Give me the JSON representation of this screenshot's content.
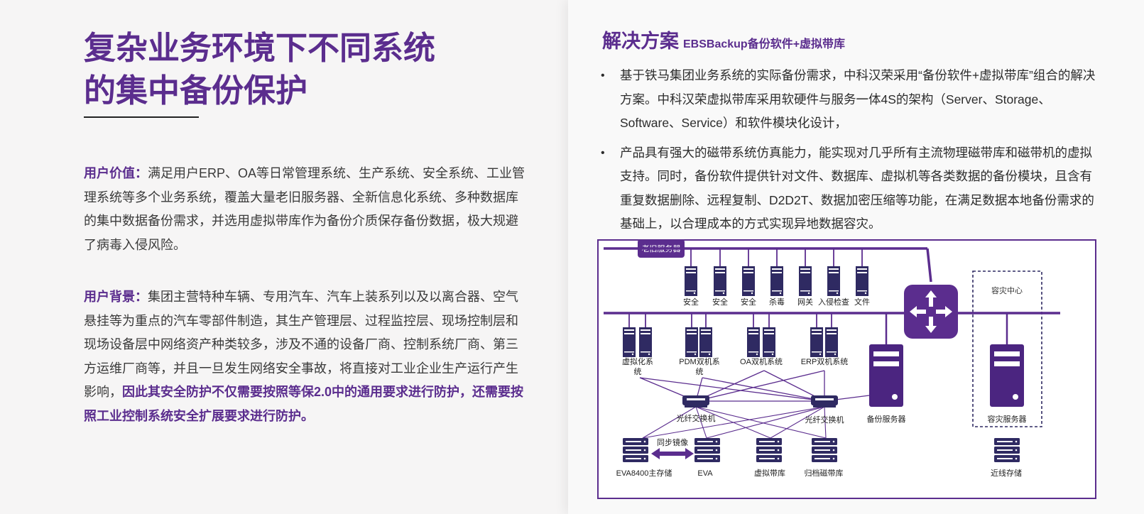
{
  "left": {
    "title_line1": "复杂业务环境下不同系统",
    "title_line2": "的集中备份保护",
    "value_label": "用户价值：",
    "value_text": "满足用户ERP、OA等日常管理系统、生产系统、安全系统、工业管理系统等多个业务系统，覆盖大量老旧服务器、全新信息化系统、多种数据库的集中数据备份需求，并选用虚拟带库作为备份介质保存备份数据，极大规避了病毒入侵风险。",
    "background_label": "用户背景：",
    "background_text": "集团主营特种车辆、专用汽车、汽车上装系列以及以离合器、空气悬挂等为重点的汽车零部件制造，其生产管理层、过程监控层、现场控制层和现场设备层中网络资产种类较多，涉及不通的设备厂商、控制系统厂商、第三方运维厂商等，并且一旦发生网络安全事故，将直接对工业企业生产运行产生影响，",
    "background_highlight": "因此其安全防护不仅需要按照等保2.0中的通用要求进行防护，还需要按照工业控制系统安全扩展要求进行防护。"
  },
  "right": {
    "heading": "解决方案",
    "subheading": "EBSBackup备份软件+虚拟带库",
    "bullets": [
      "基于铁马集团业务系统的实际备份需求，中科汉荣采用“备份软件+虚拟带库”组合的解决方案。中科汉荣虚拟带库采用软硬件与服务一体4S的架构（Server、Storage、Software、Service）和软件模块化设计，",
      "产品具有强大的磁带系统仿真能力，能实现对几乎所有主流物理磁带库和磁带机的虚拟支持。同时，备份软件提供针对文件、数据库、虚拟机等各类数据的备份模块，且含有重复数据删除、远程复制、D2D2T、数据加密压缩等功能，在满足数据本地备份需求的基础上，以合理成本的方式实现异地数据容灾。"
    ],
    "bullet_symbol": "•"
  },
  "diagram": {
    "legacy_label": "老旧服务器",
    "top_servers": [
      "安全",
      "安全",
      "安全",
      "杀毒",
      "网关",
      "入侵检查",
      "文件"
    ],
    "dr_center_label": "容灾中心",
    "group_labels": [
      "虚拟化系统",
      "PDM双机系统",
      "OA双机系统",
      "ERP双机系统"
    ],
    "group_line1": [
      "虚拟化系",
      "PDM双机系",
      "OA双机系统",
      "ERP双机系统"
    ],
    "group_line2": [
      "统",
      "统",
      "",
      ""
    ],
    "switch_labels": [
      "光纤交换机",
      "光纤交换机"
    ],
    "backup_server_label": "备份服务器",
    "dr_server_label": "容灾服务器",
    "mirror_label": "同步镜像",
    "storage_labels": [
      "EVA8400主存储",
      "EVA",
      "虚拟带库",
      "归档磁带库",
      "近线存储"
    ],
    "colors": {
      "accent": "#5b2d8e",
      "server": "#2f2a62",
      "line": "#5b2d8e"
    }
  }
}
